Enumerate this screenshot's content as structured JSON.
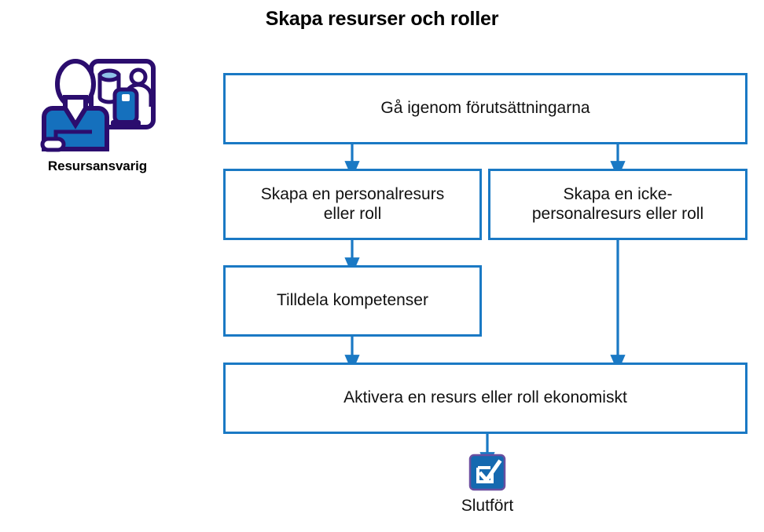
{
  "title": "Skapa resurser och roller",
  "colors": {
    "box_border": "#1a79c4",
    "connector": "#1a79c4",
    "icon_purple": "#2b0d6e",
    "icon_blue": "#1570bd",
    "title_text": "#000000",
    "box_text": "#111111",
    "background": "#ffffff"
  },
  "persona": {
    "icon": "resource-manager-icon",
    "label": "Resursansvarig"
  },
  "flow": {
    "nodes": [
      {
        "id": "prereq",
        "label": "Gå igenom förutsättningarna",
        "lines": [
          "Gå igenom förutsättningarna"
        ]
      },
      {
        "id": "staff",
        "label": "Skapa en personalresurs eller roll",
        "lines": [
          "Skapa en personalresurs",
          "eller roll"
        ]
      },
      {
        "id": "nonstaff",
        "label": "Skapa en icke-personalresurs eller roll",
        "lines": [
          "Skapa en icke-",
          "personalresurs eller roll"
        ]
      },
      {
        "id": "skills",
        "label": "Tilldela kompetenser",
        "lines": [
          "Tilldela kompetenser"
        ]
      },
      {
        "id": "activate",
        "label": "Aktivera en resurs eller roll ekonomiskt",
        "lines": [
          "Aktivera en resurs eller roll ekonomiskt"
        ]
      }
    ],
    "connectors": [
      {
        "from": "prereq",
        "to": "staff"
      },
      {
        "from": "prereq",
        "to": "nonstaff"
      },
      {
        "from": "staff",
        "to": "skills"
      },
      {
        "from": "skills",
        "to": "activate"
      },
      {
        "from": "nonstaff",
        "to": "activate"
      },
      {
        "from": "activate",
        "to": "end"
      }
    ]
  },
  "endpoint": {
    "icon": "completed-checkbox-icon",
    "label": "Slutfört"
  }
}
